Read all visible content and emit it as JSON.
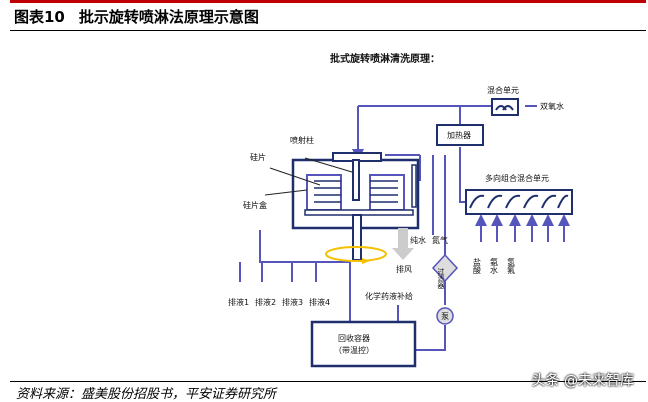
{
  "header": {
    "figure_no": "图表10",
    "title": "批示旋转喷淋法原理示意图"
  },
  "diagram": {
    "title": "批式旋转喷淋清洗原理：",
    "mix_unit": "混合单元",
    "h2o2": "双氧水",
    "heater": "加热器",
    "multi_mix_unit": "多向组合混合单元",
    "chemicals": [
      "盐酸",
      "氨水",
      "氢氟"
    ],
    "spray_column": "喷射柱",
    "wafer": "硅片",
    "wafer_box": "硅片盒",
    "pure_water": "纯水",
    "nitrogen": "氮气",
    "exhaust": "排风",
    "filter": "过滤器",
    "pump": "泵",
    "drains": [
      "排液1",
      "排液2",
      "排液3",
      "排液4"
    ],
    "chem_supply": "化学药液补给",
    "recovery_1": "回收容器",
    "recovery_2": "（带温控）"
  },
  "footer": {
    "source": "资料来源：盛美股份招股书，平安证券研究所",
    "watermark": "头条 @未来智库"
  },
  "colors": {
    "line": "#5555bb",
    "box": "#1f2f6e",
    "rotation": "#f5c000",
    "accent": "#c00000"
  }
}
